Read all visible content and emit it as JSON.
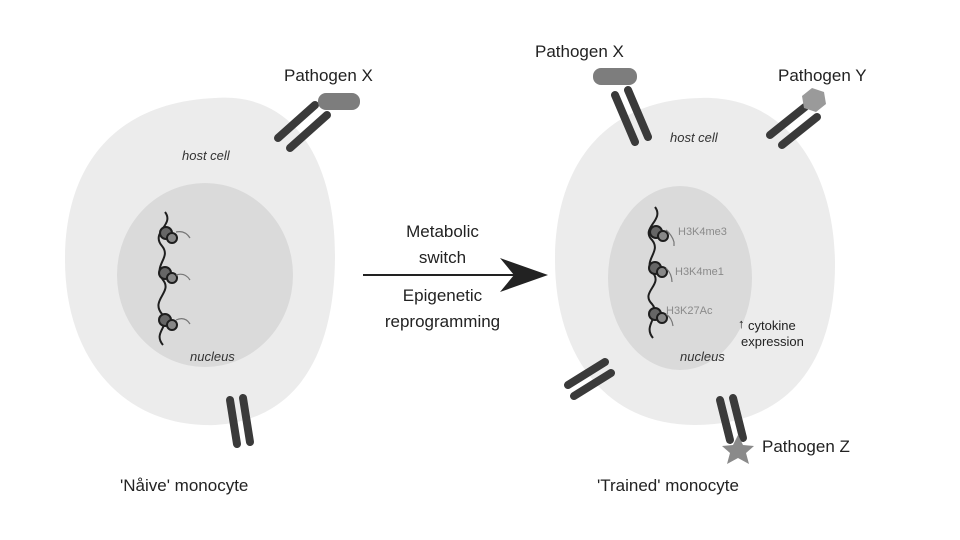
{
  "left_cell": {
    "pathogen_label": "Pathogen X",
    "cell_label": "host cell",
    "nucleus_label": "nucleus",
    "caption": "'Nåive' monocyte"
  },
  "transition": {
    "line1": "Metabolic",
    "line2": "switch",
    "line3": "Epigenetic",
    "line4": "reprogramming"
  },
  "right_cell": {
    "pathogen_x_label": "Pathogen X",
    "pathogen_y_label": "Pathogen Y",
    "pathogen_z_label": "Pathogen Z",
    "cell_label": "host cell",
    "nucleus_label": "nucleus",
    "marks": [
      "H3K4me3",
      "H3K4me1",
      "H3K27Ac"
    ],
    "up_arrow": "↑",
    "cytokine_line1": "cytokine",
    "cytokine_line2": "expression",
    "caption": "'Trained' monocyte"
  },
  "colors": {
    "cell": "#ececec",
    "nucleus": "#dadada",
    "receptor": "#3a3a3a",
    "pathogen": "#7d7d7d",
    "pathogen_y": "#9a9a9a"
  }
}
